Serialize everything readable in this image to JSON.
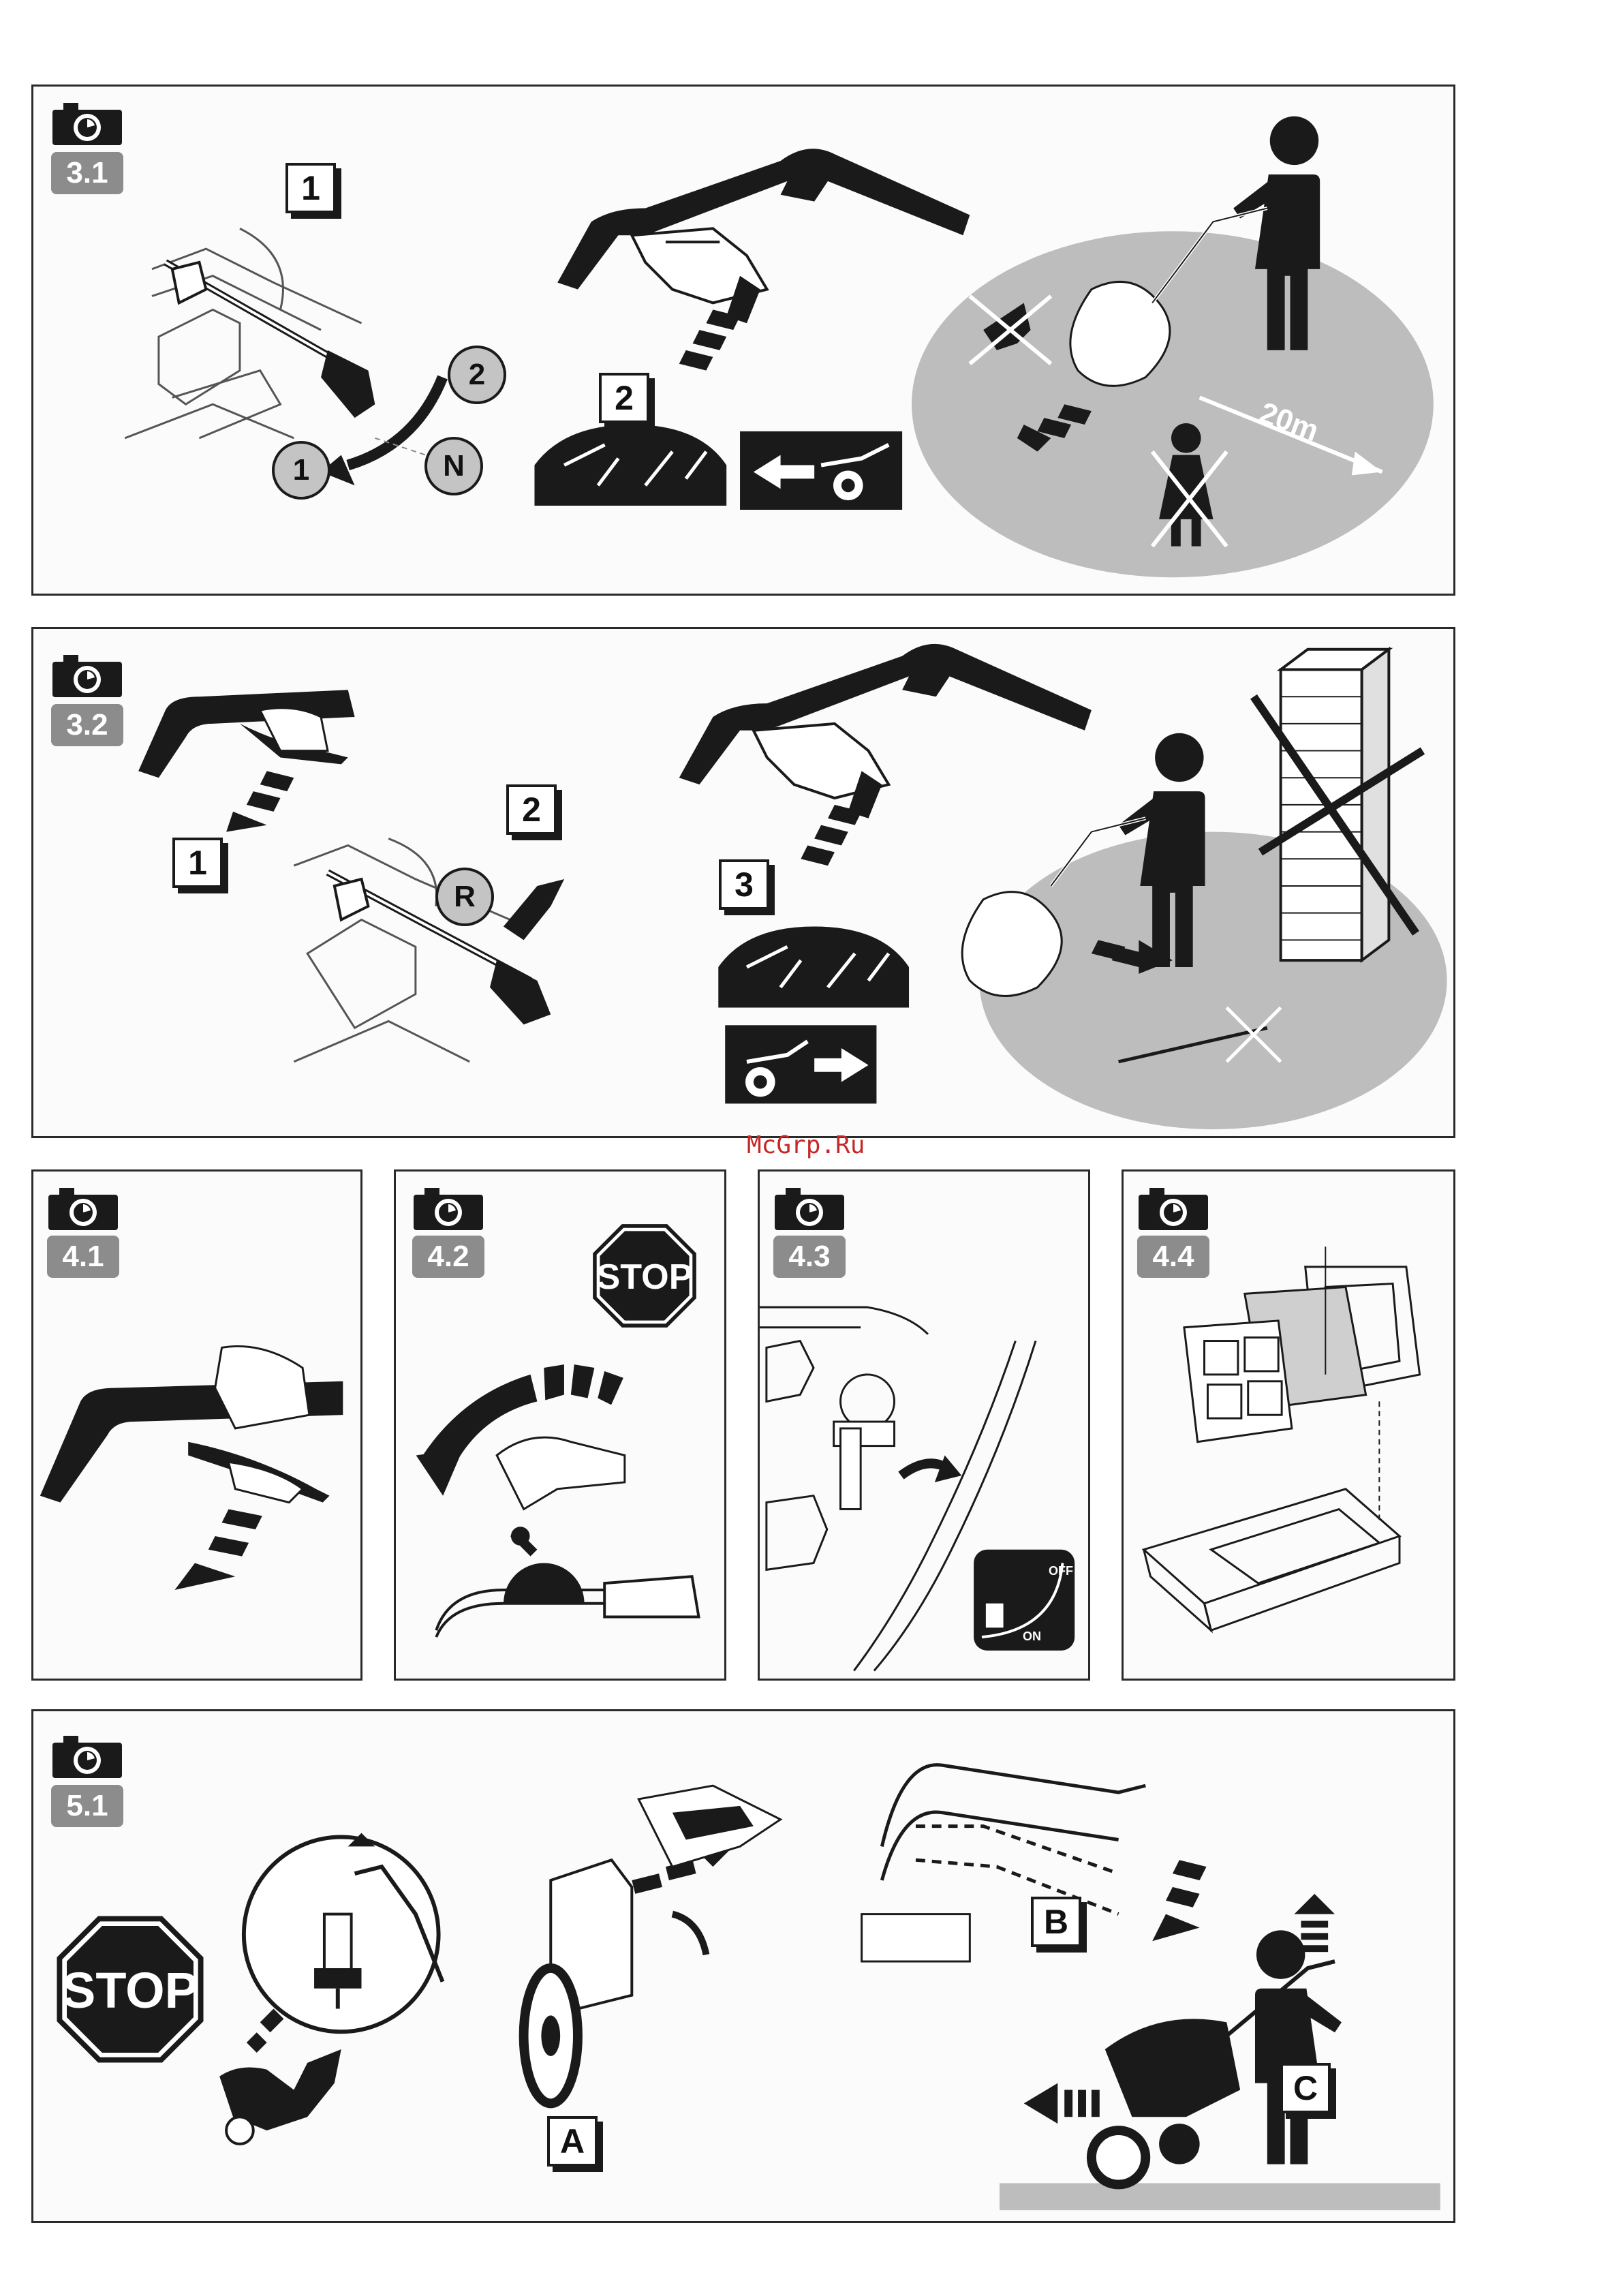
{
  "watermark": "McGrp.Ru",
  "figures": [
    {
      "id": "3.1",
      "label": "3.1",
      "steps": [
        "1",
        "2"
      ],
      "gear_positions": [
        "1",
        "N",
        "2"
      ],
      "distance_label": "20m"
    },
    {
      "id": "3.2",
      "label": "3.2",
      "steps": [
        "1",
        "2",
        "3"
      ],
      "gear_positions": [
        "R"
      ]
    },
    {
      "id": "4.1",
      "label": "4.1"
    },
    {
      "id": "4.2",
      "label": "4.2",
      "sign": "STOP"
    },
    {
      "id": "4.3",
      "label": "4.3",
      "fuel_off": "OFF",
      "fuel_on": "ON"
    },
    {
      "id": "4.4",
      "label": "4.4"
    },
    {
      "id": "5.1",
      "label": "5.1",
      "sign": "STOP",
      "steps": [
        "A",
        "B",
        "C"
      ]
    }
  ],
  "icons": [
    "camera-icon",
    "stop-sign-icon",
    "arrow-left-icon",
    "arrow-right-icon",
    "fuel-tap-icon",
    "spark-plug-icon"
  ],
  "colors": {
    "panel_border": "#2a2a2a",
    "badge": "#8c8c8c",
    "ground": "#bdbdbd",
    "ink": "#1a1a1a",
    "watermark": "#c62828"
  }
}
